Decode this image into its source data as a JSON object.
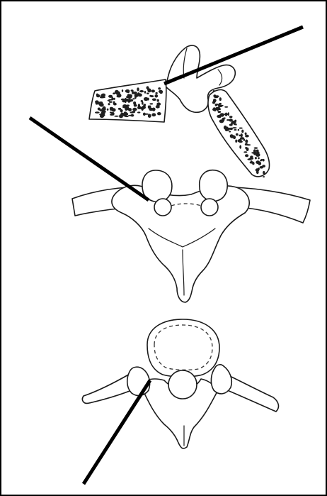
{
  "figure": {
    "border_color": "#000000",
    "line_color": "#1a1a1a",
    "needle_color": "#000000",
    "background": "#ffffff"
  },
  "views": [
    {
      "name": "sagittal-section-view",
      "needle": "needle-sagittal"
    },
    {
      "name": "posterior-view",
      "needle": "needle-posterior"
    },
    {
      "name": "axial-view",
      "needle": "needle-axial"
    }
  ]
}
